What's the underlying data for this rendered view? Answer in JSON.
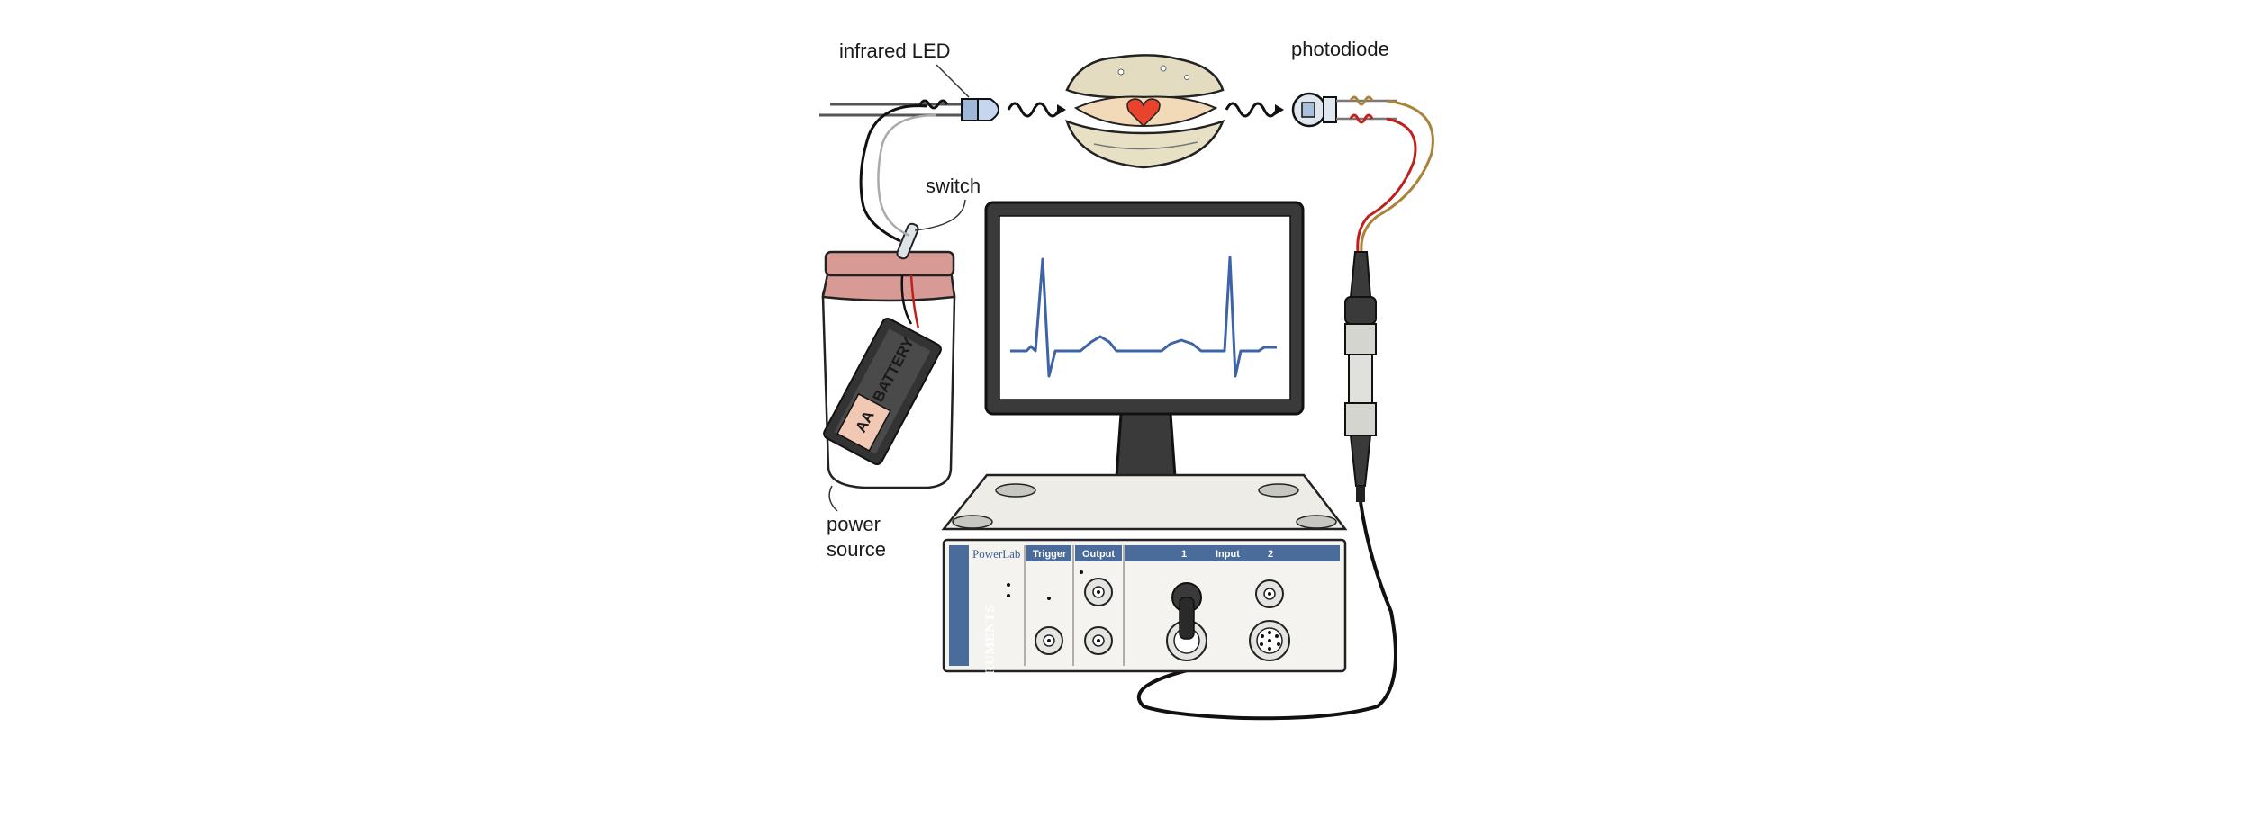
{
  "labels": {
    "infrared_led": "infrared LED",
    "photodiode": "photodiode",
    "switch": "switch",
    "power_source_line1": "power",
    "power_source_line2": "source",
    "battery_aa": "AA",
    "battery_word": "BATTERY"
  },
  "device": {
    "brand": "PowerLab",
    "manufacturer": "ADINSTRUMENTS",
    "trigger": "Trigger",
    "output": "Output",
    "input": "Input",
    "input_1": "1",
    "input_2": "2"
  },
  "colors": {
    "heart": "#e8432c",
    "waveform": "#3f63a8",
    "panel_blue": "#4a6c9b",
    "jar_lid": "#d79a95",
    "wire_red": "#c0201b",
    "wire_brown": "#a8843a"
  }
}
